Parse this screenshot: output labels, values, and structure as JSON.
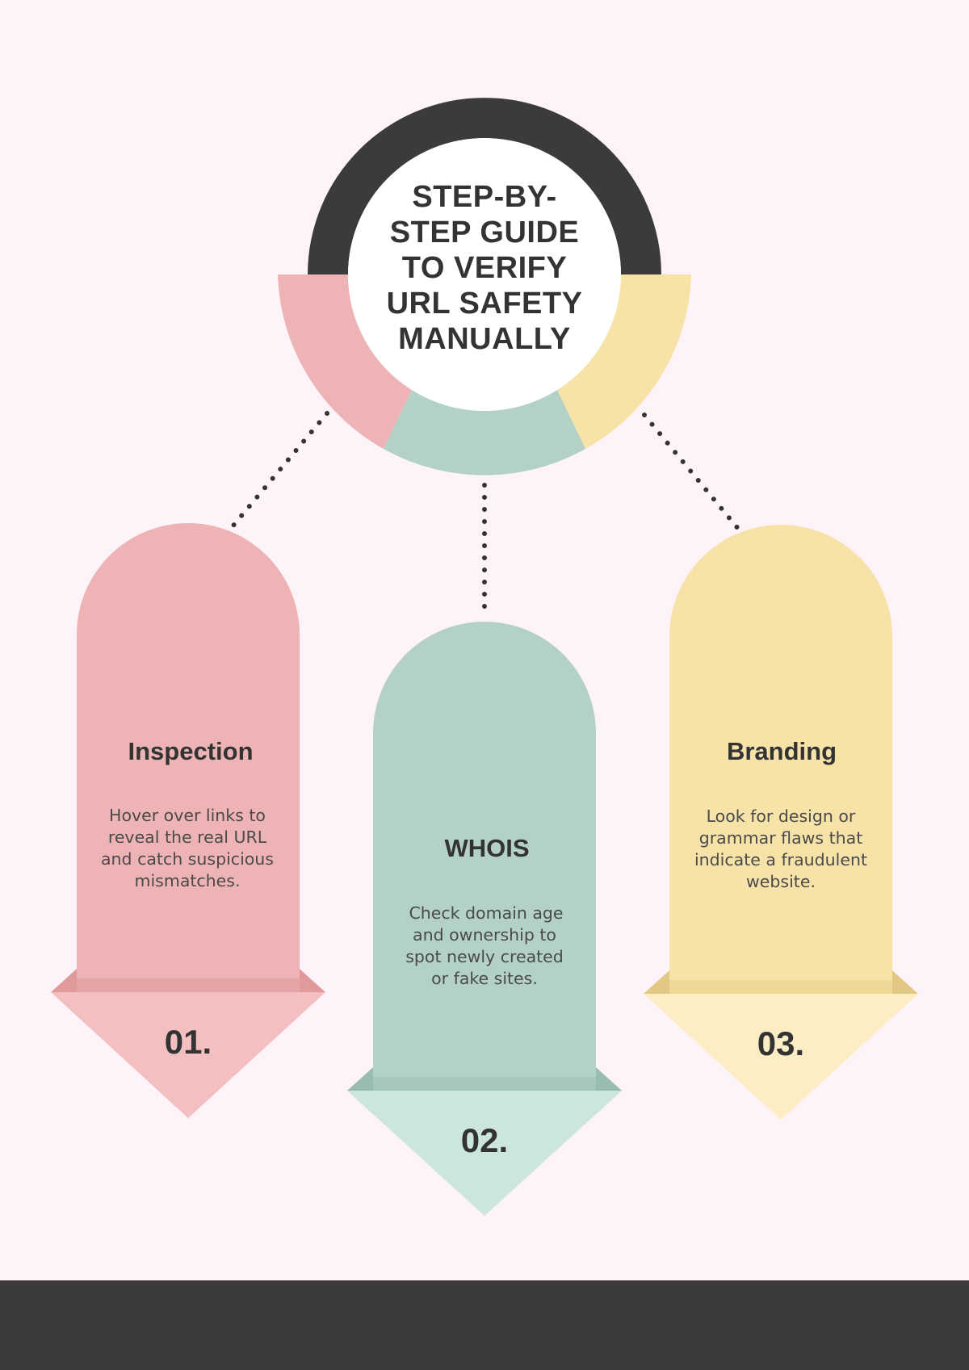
{
  "title_lines": [
    "STEP-BY-",
    "STEP GUIDE",
    "TO VERIFY",
    "URL SAFETY",
    "MANUALLY"
  ],
  "steps": [
    {
      "title": "Inspection",
      "description_lines": [
        "Hover over links to",
        "reveal the real URL",
        "and catch suspicious",
        "mismatches."
      ],
      "number": "01.",
      "color": "#eeb4b5"
    },
    {
      "title": "WHOIS",
      "description_lines": [
        "Check domain age",
        "and ownership to",
        "spot newly created",
        "or fake sites."
      ],
      "number": "02.",
      "color": "#b3d1c5"
    },
    {
      "title": "Branding",
      "description_lines": [
        "Look for design or",
        "grammar flaws that",
        "indicate a fraudulent",
        "website."
      ],
      "number": "03.",
      "color": "#f7e3a8"
    }
  ],
  "colors": {
    "background": "#fdf3f8",
    "dark": "#3b3b3b",
    "pink": "#eeb4b5",
    "green": "#b3d1c5",
    "yellow": "#f7e3a8"
  }
}
